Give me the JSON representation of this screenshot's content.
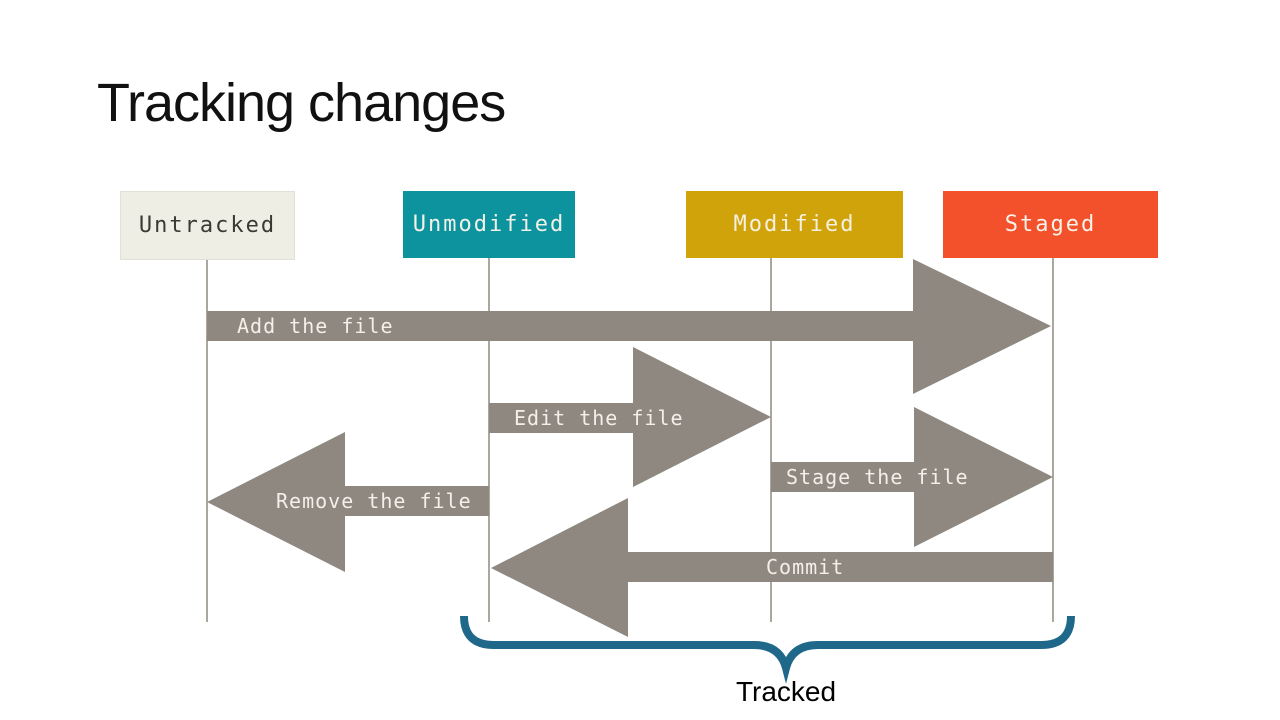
{
  "title": "Tracking changes",
  "states": [
    {
      "label": "Untracked",
      "bg": "#efeee4",
      "fg": "#3a3a35"
    },
    {
      "label": "Unmodified",
      "bg": "#0d939e",
      "fg": "#f2f1e8"
    },
    {
      "label": "Modified",
      "bg": "#d1a30b",
      "fg": "#f4f0e2"
    },
    {
      "label": "Staged",
      "bg": "#f2512b",
      "fg": "#f6f2ea"
    }
  ],
  "transitions": [
    {
      "label": "Add the file",
      "from": "Untracked",
      "to": "Staged",
      "direction": "right"
    },
    {
      "label": "Edit the file",
      "from": "Unmodified",
      "to": "Modified",
      "direction": "right"
    },
    {
      "label": "Stage the file",
      "from": "Modified",
      "to": "Staged",
      "direction": "right"
    },
    {
      "label": "Remove the file",
      "from": "Unmodified",
      "to": "Untracked",
      "direction": "left"
    },
    {
      "label": "Commit",
      "from": "Staged",
      "to": "Unmodified",
      "direction": "left"
    }
  ],
  "brace": {
    "label": "Tracked",
    "color": "#20688a"
  },
  "colors": {
    "background": "#ffffff",
    "title": "#111111",
    "arrow": "#8f8881",
    "arrow_text": "#f2f0e8",
    "timeline": "#aba69e"
  }
}
